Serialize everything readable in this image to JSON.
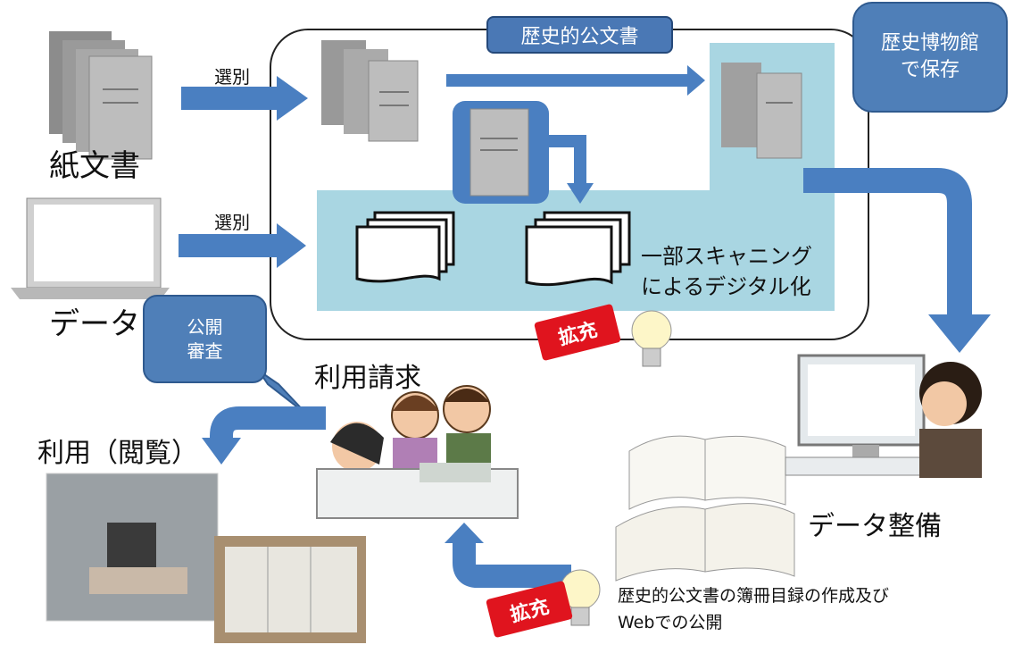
{
  "labels": {
    "paper_docs": "紙文書",
    "data": "データ",
    "select_top": "選別",
    "select_bottom": "選別",
    "historic_docs": "歴史的公文書",
    "museum_1": "歴史博物館",
    "museum_2": "で保存",
    "scanning_1": "一部スキャニング",
    "scanning_2": "によるデジタル化",
    "expand_top": "拡充",
    "expand_bottom": "拡充",
    "public_review_1": "公開",
    "public_review_2": "審査",
    "usage_request": "利用請求",
    "usage_view": "利用（閲覧）",
    "data_maintenance": "データ整備",
    "catalog_1": "歴史的公文書の簿冊目録の作成及び",
    "catalog_2": "Webでの公開"
  },
  "colors": {
    "arrow": "#4a7fc1",
    "light_blue_area": "#add8e6",
    "callout": "#4f7fb8",
    "red_tag": "#e0141e"
  }
}
